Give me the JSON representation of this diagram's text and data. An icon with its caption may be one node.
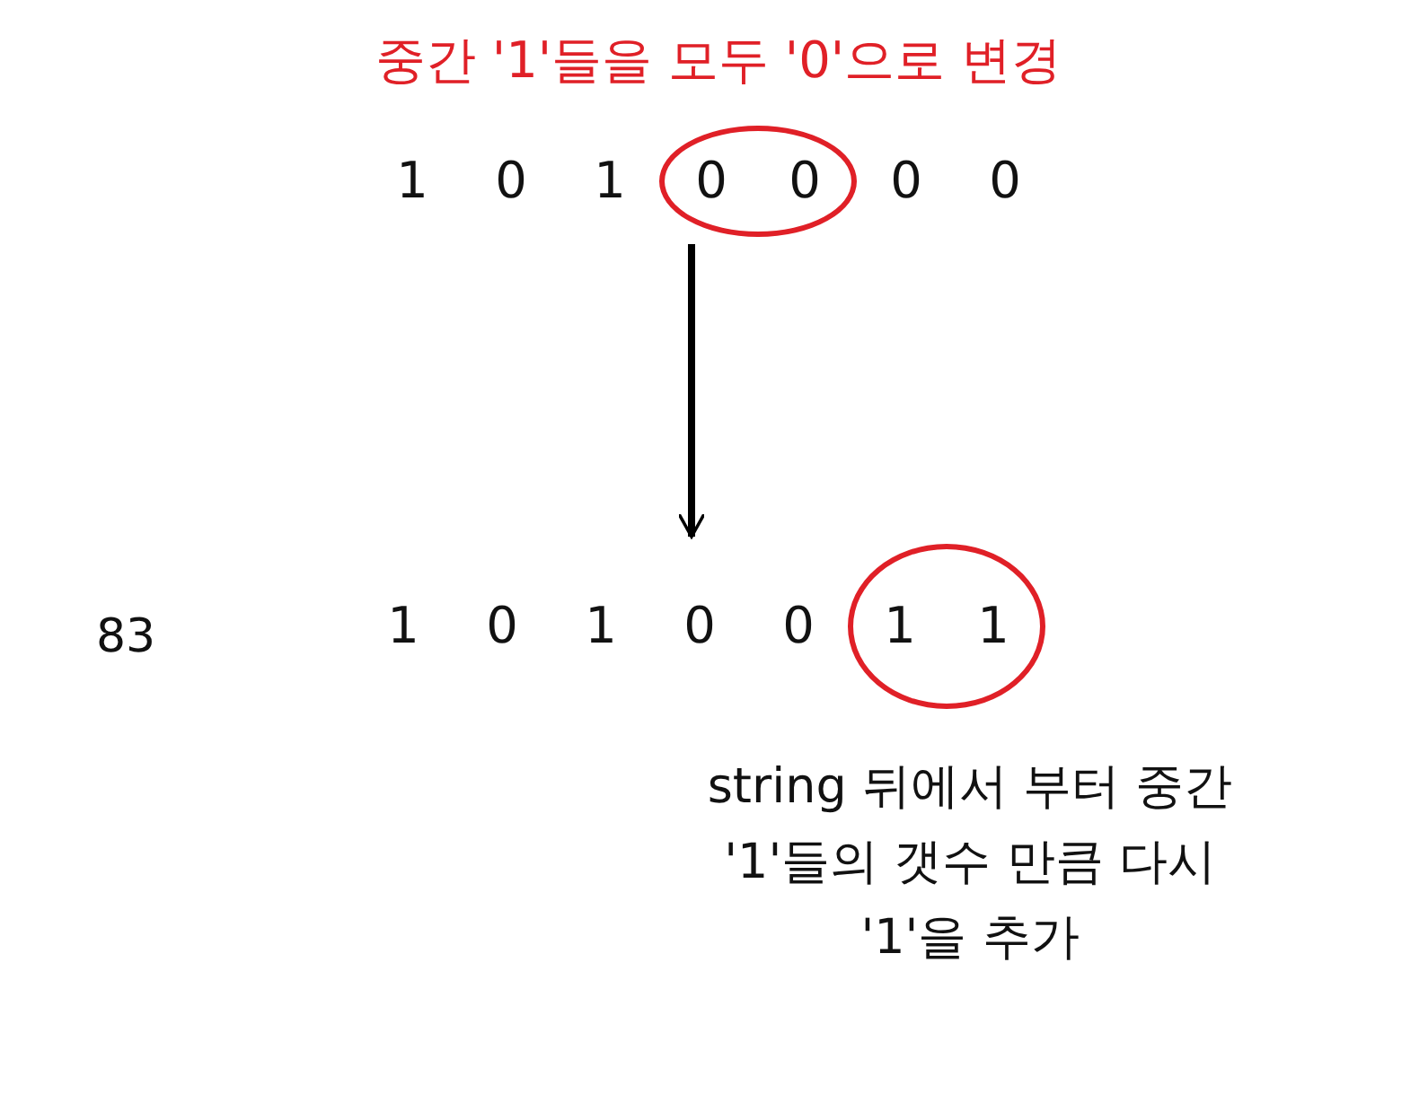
{
  "diagram": {
    "nodes": [
      {
        "text": [
          "1",
          "0",
          "1",
          "0",
          "0"
        ]
      },
      {
        "text": [
          "0",
          "0"
        ],
        "in": 0
      },
      {
        "text": [
          "1",
          "0",
          "1",
          "0",
          "0"
        ]
      },
      {
        "text": [
          "1",
          "1"
        ],
        "in": 2
      }
    ],
    "edges": [
      {
        "from": 0,
        "to": 2,
        "arrow": "to"
      }
    ],
    "labels": [
      "중간 '1'들을 모두 '0'으로 변경",
      "83",
      "string 뒤에서 부터 중간 '1'들의 갯수 만큼 다시 '1'을 추가"
    ]
  }
}
